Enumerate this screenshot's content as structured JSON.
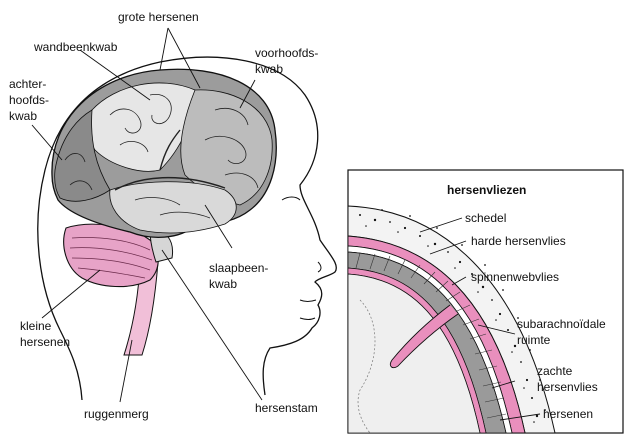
{
  "head_labels": {
    "grote_hersenen": "grote hersenen",
    "wandbeenkwab": "wandbeenkwab",
    "voorhoofdskwab_1": "voorhoofds-",
    "voorhoofdskwab_2": "kwab",
    "achterhoofdskwab_1": "achter-",
    "achterhoofdskwab_2": "hoofds-",
    "achterhoofdskwab_3": "kwab",
    "slaapbeenkwab_1": "slaapbeen-",
    "slaapbeenkwab_2": "kwab",
    "kleine_hersenen_1": "kleine",
    "kleine_hersenen_2": "hersenen",
    "ruggenmerg": "ruggenmerg",
    "hersenstam": "hersenstam"
  },
  "inset": {
    "title": "hersenvliezen",
    "schedel": "schedel",
    "harde_hersenvlies": "harde hersenvlies",
    "spinnenwebvlies": "spinnenwebvlies",
    "subarachnoidale_1": "subarachnoïdale",
    "subarachnoidale_2": "ruimte",
    "zachte_1": "zachte",
    "zachte_2": "hersenvlies",
    "hersenen": "hersenen"
  },
  "colors": {
    "lobe_light": "#e6e6e6",
    "lobe_mid": "#c8c8c8",
    "lobe_dark": "#9c9c9c",
    "cerebellum": "#e7a3c7",
    "spinal": "#f1bfd8",
    "membrane_pink": "#e98fbd",
    "outline": "#111111"
  }
}
